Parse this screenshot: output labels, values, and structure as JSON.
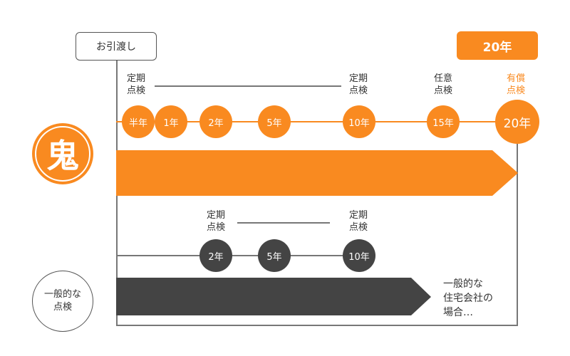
{
  "handover": {
    "label": "お引渡し"
  },
  "guarantee": {
    "label": "20年"
  },
  "oni": {
    "badge_char": "鬼",
    "labels": {
      "half": "定期\n点検",
      "ten": "定期\n点検",
      "fifteen": "任意\n点検",
      "twenty": "有償\n点検"
    },
    "milestones": [
      "半年",
      "1年",
      "2年",
      "5年",
      "10年",
      "15年",
      "20年"
    ]
  },
  "general": {
    "badge_label": "一般的な\n点検",
    "labels": {
      "two": "定期\n点検",
      "ten": "定期\n点検"
    },
    "milestones": [
      "2年",
      "5年",
      "10年"
    ],
    "note": "一般的な\n住宅会社の\n場合…"
  },
  "colors": {
    "accent": "#f98a20",
    "dark": "#444444",
    "line": "#777777"
  }
}
